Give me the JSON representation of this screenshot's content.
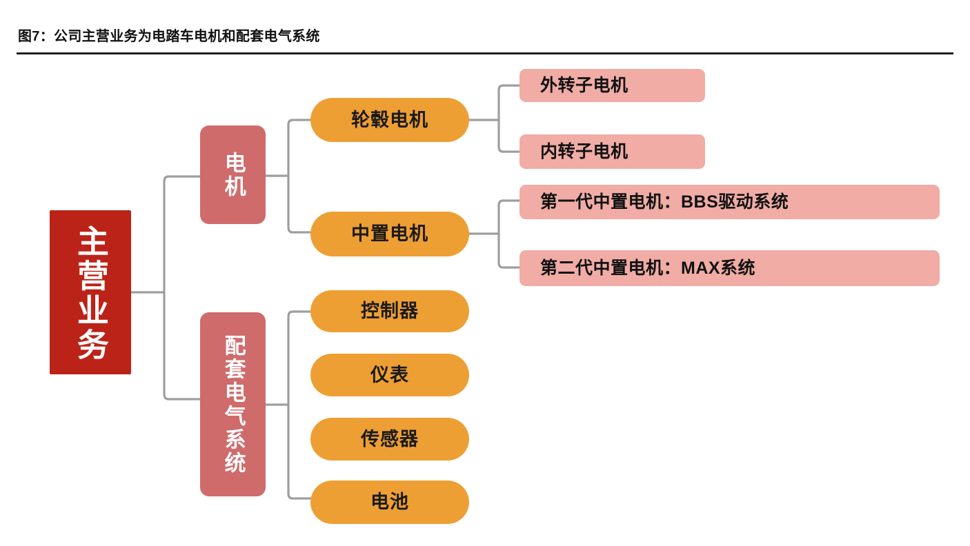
{
  "figure": {
    "title": "图7：公司主营业务为电踏车电机和配套电气系统"
  },
  "colors": {
    "root": "#bc2318",
    "category": "#d06b6b",
    "pill": "#ee9f33",
    "leaf": "#f0aca5",
    "connector": "#9e9e9e",
    "rule": "#231f20"
  },
  "chart_data": {
    "type": "diagram",
    "subtype": "tree",
    "orientation": "left-to-right",
    "title": "图7：公司主营业务为电踏车电机和配套电气系统",
    "root": {
      "label": "主营业务",
      "children": [
        {
          "label": "电机",
          "children": [
            {
              "label": "轮毂电机",
              "children": [
                {
                  "label": "外转子电机"
                },
                {
                  "label": "内转子电机"
                }
              ]
            },
            {
              "label": "中置电机",
              "children": [
                {
                  "label": "第一代中置电机：BBS驱动系统"
                },
                {
                  "label": "第二代中置电机：MAX系统"
                }
              ]
            }
          ]
        },
        {
          "label": "配套电气系统",
          "children": [
            {
              "label": "控制器"
            },
            {
              "label": "仪表"
            },
            {
              "label": "传感器"
            },
            {
              "label": "电池"
            }
          ]
        }
      ]
    }
  },
  "nodes": {
    "root": "主营业务",
    "motor": "电机",
    "electrical_system": "配套电气系统",
    "hub_motor": "轮毂电机",
    "mid_motor": "中置电机",
    "outer_rotor": "外转子电机",
    "inner_rotor": "内转子电机",
    "gen1": "第一代中置电机：BBS驱动系统",
    "gen2": "第二代中置电机：MAX系统",
    "controller": "控制器",
    "instrument": "仪表",
    "sensor": "传感器",
    "battery": "电池"
  }
}
